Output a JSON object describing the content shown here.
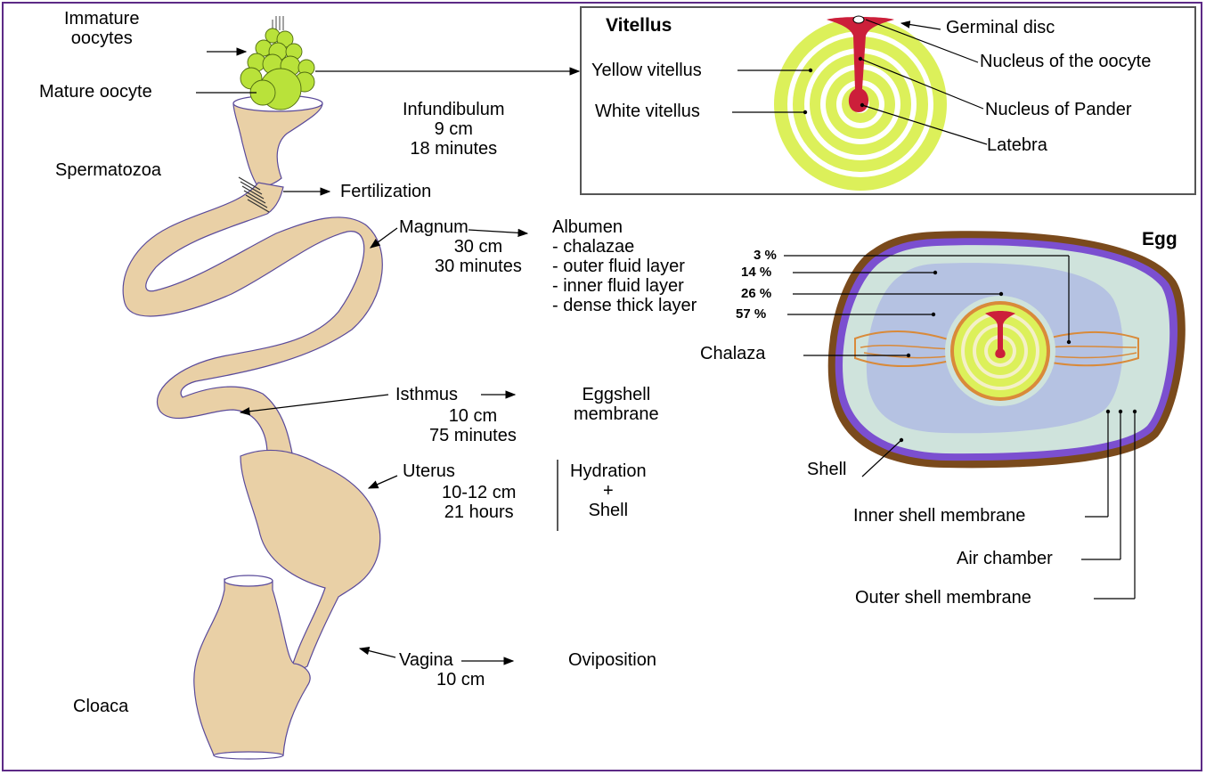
{
  "labels": {
    "immature_oocytes": "Immature\noocytes",
    "mature_oocyte": "Mature oocyte",
    "spermatozoa": "Spermatozoa",
    "fertilization": "Fertilization",
    "infundibulum": "Infundibulum\n9 cm\n18 minutes",
    "magnum": "Magnum",
    "magnum_stats": "30 cm\n30 minutes",
    "albumen": "Albumen\n- chalazae\n- outer fluid layer\n- inner fluid layer\n- dense thick layer",
    "isthmus": "Isthmus",
    "isthmus_stats": "10 cm\n75 minutes",
    "eggshell_membrane": "Eggshell\nmembrane",
    "uterus": "Uterus",
    "uterus_stats": "10-12 cm\n21 hours",
    "hydration_shell": "Hydration\n+\nShell",
    "vagina": "Vagina",
    "vagina_stats": "10 cm",
    "oviposition": "Oviposition",
    "cloaca": "Cloaca",
    "vitellus_title": "Vitellus",
    "germinal_disc": "Germinal disc",
    "nucleus_oocyte": "Nucleus of the oocyte",
    "yellow_vitellus": "Yellow vitellus",
    "white_vitellus": "White vitellus",
    "nucleus_pander": "Nucleus of Pander",
    "latebra": "Latebra",
    "egg_title": "Egg",
    "chalaza": "Chalaza",
    "shell": "Shell",
    "inner_shell_membrane": "Inner shell membrane",
    "air_chamber": "Air chamber",
    "outer_shell_membrane": "Outer shell membrane"
  },
  "albumen_percentages": [
    "3 %",
    "14 %",
    "26 %",
    "57 %"
  ],
  "colors": {
    "frame": "#5c2a86",
    "oviduct": "#e9d0a6",
    "oviduct_outline": "#5a4a9a",
    "oocyte": "#b9e23a",
    "yellow_vitellus": "#dcf05a",
    "white_vitellus": "#ffffff",
    "nucleus": "#cc1f3a",
    "shell": "#7a4a1c",
    "outer_membrane": "#7b4fd0",
    "albumen_fluid": "#cfe3dc",
    "albumen_dense": "#b5c2e2",
    "chalaza": "#d98a3a"
  }
}
